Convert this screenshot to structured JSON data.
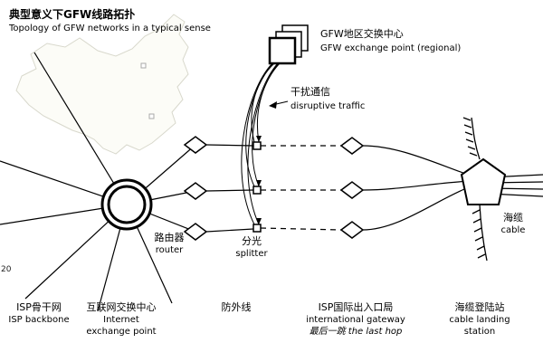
{
  "page": {
    "number": "20"
  },
  "title": {
    "zh": "典型意义下GFW线路拓扑",
    "en": "Topology of GFW networks in a typical sense"
  },
  "nodes": {
    "gfw_exchange": {
      "zh": "GFW地区交换中心",
      "en": "GFW exchange point (regional)"
    },
    "disruptive_traffic": {
      "zh": "干扰通信",
      "en": "disruptive traffic"
    },
    "router": {
      "zh": "路由器",
      "en": "router"
    },
    "splitter": {
      "zh": "分光",
      "en": "splitter"
    },
    "sea_cable": {
      "zh": "海缆",
      "en": "cable"
    }
  },
  "bottom_labels": {
    "isp_backbone": {
      "zh": "ISP骨干网",
      "en": "ISP backbone"
    },
    "internet_exchange": {
      "zh": "互联网交换中心",
      "en_line1": "Internet",
      "en_line2": "exchange point"
    },
    "outbound_line": {
      "zh": "防外线"
    },
    "international_gateway": {
      "zh": "ISP国际出入口局",
      "en": "international gateway",
      "note": "最后一跳 the last hop"
    },
    "cable_landing": {
      "zh": "海缆登陆站",
      "en_line1": "cable landing",
      "en_line2": "station"
    }
  },
  "colors": {
    "line": "#000000",
    "node_fill": "#ffffff",
    "map_outline": "#d8d8cc",
    "map_fill": "#fcfcf7"
  }
}
